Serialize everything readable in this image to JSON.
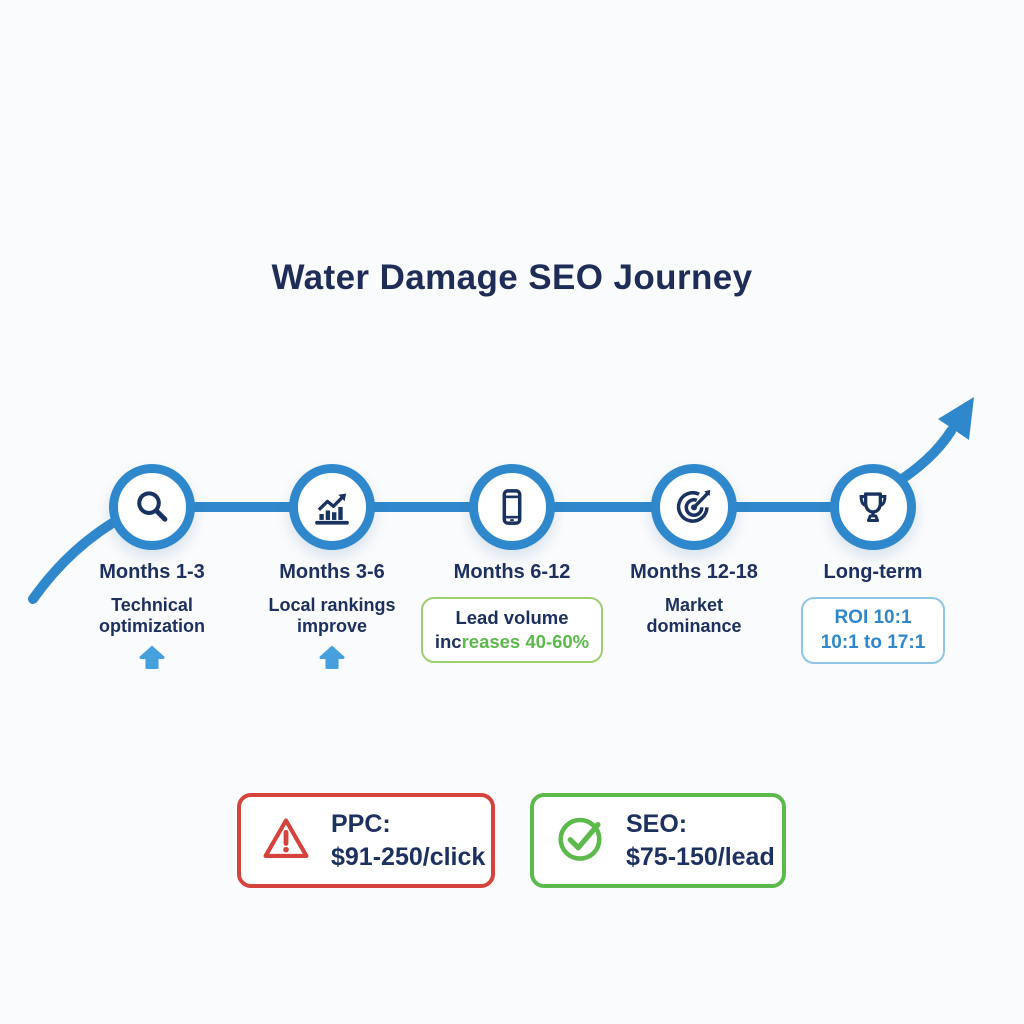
{
  "title": "Water Damage SEO Journey",
  "palette": {
    "timeline_blue": "#2f88cb",
    "trend_arrow_blue": "#45a0dd",
    "navy_text": "#1d3160",
    "green": "#5cb94c",
    "green_box_border": "#9ccf6d",
    "roi_text_blue": "#2f88cb",
    "roi_box_border": "#8ec6e8",
    "red": "#d6423c",
    "background": "#fafbfc"
  },
  "timeline": {
    "milestones": [
      {
        "icon": "magnifier-icon",
        "period": "Months 1-3",
        "desc_line1": "Technical",
        "desc_line2": "optimization",
        "trend_arrow": true
      },
      {
        "icon": "bar-chart-growth-icon",
        "period": "Months 3-6",
        "desc_line1": "Local rankings",
        "desc_line2": "improve",
        "trend_arrow": true
      },
      {
        "icon": "smartphone-icon",
        "period": "Months 6-12",
        "box": {
          "line1": "Lead volume",
          "line2_dark": "inc",
          "line2_green": "reases 40-60%"
        }
      },
      {
        "icon": "target-icon",
        "period": "Months 12-18",
        "desc_line1": "Market",
        "desc_line2": "dominance"
      },
      {
        "icon": "trophy-icon",
        "period": "Long-term",
        "box": {
          "line1": "ROI 10:1",
          "line2": "10:1 to 17:1"
        }
      }
    ]
  },
  "cost_cards": [
    {
      "icon": "warning-icon",
      "label": "PPC:",
      "value": "$91-250/click"
    },
    {
      "icon": "check-icon",
      "label": "SEO:",
      "value": "$75-150/lead"
    }
  ]
}
